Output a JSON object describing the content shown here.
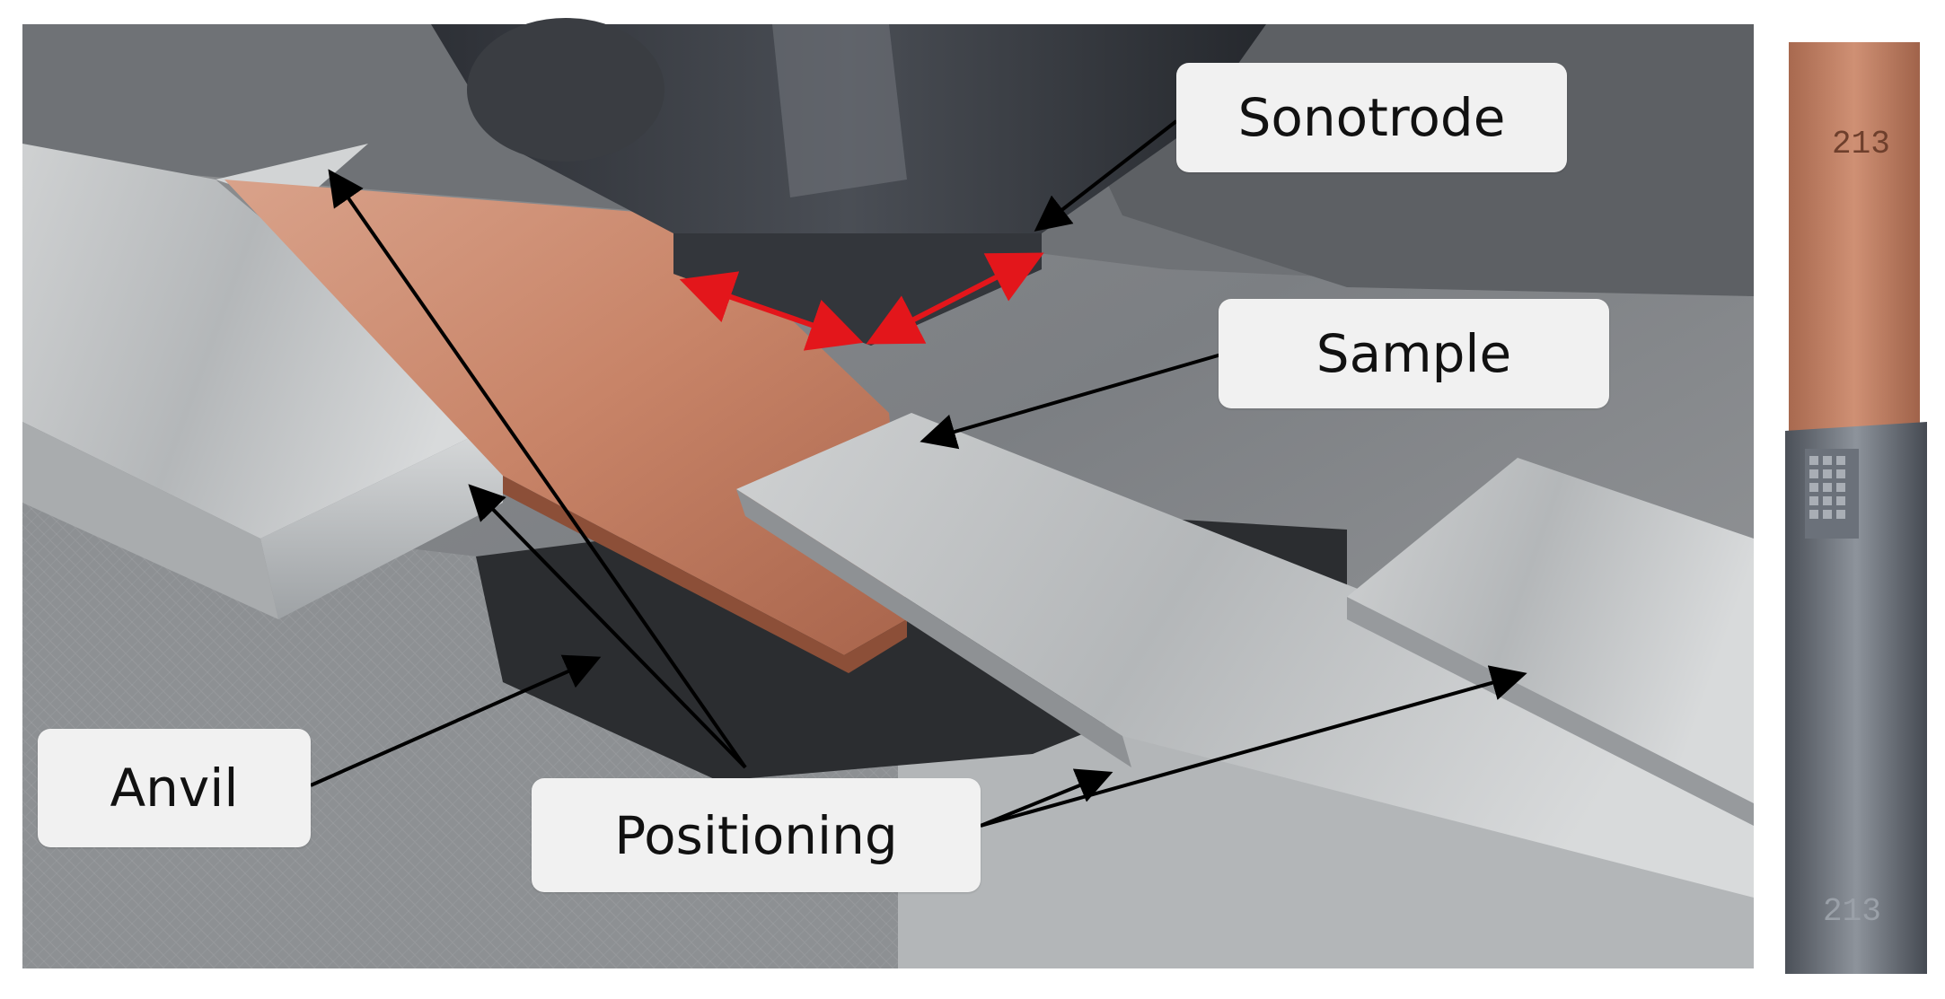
{
  "labels": {
    "sonotrode": "Sonotrode",
    "sample": "Sample",
    "anvil": "Anvil",
    "positioning": "Positioning"
  },
  "specimen": {
    "stamp_top": "213",
    "stamp_bottom": "213"
  },
  "colors": {
    "annotation_arrow": "#000000",
    "vibration_arrow": "#e3161b",
    "label_background": "#f1f1f1",
    "copper": "#c9866a",
    "aluminum": "#b9bcbe"
  }
}
